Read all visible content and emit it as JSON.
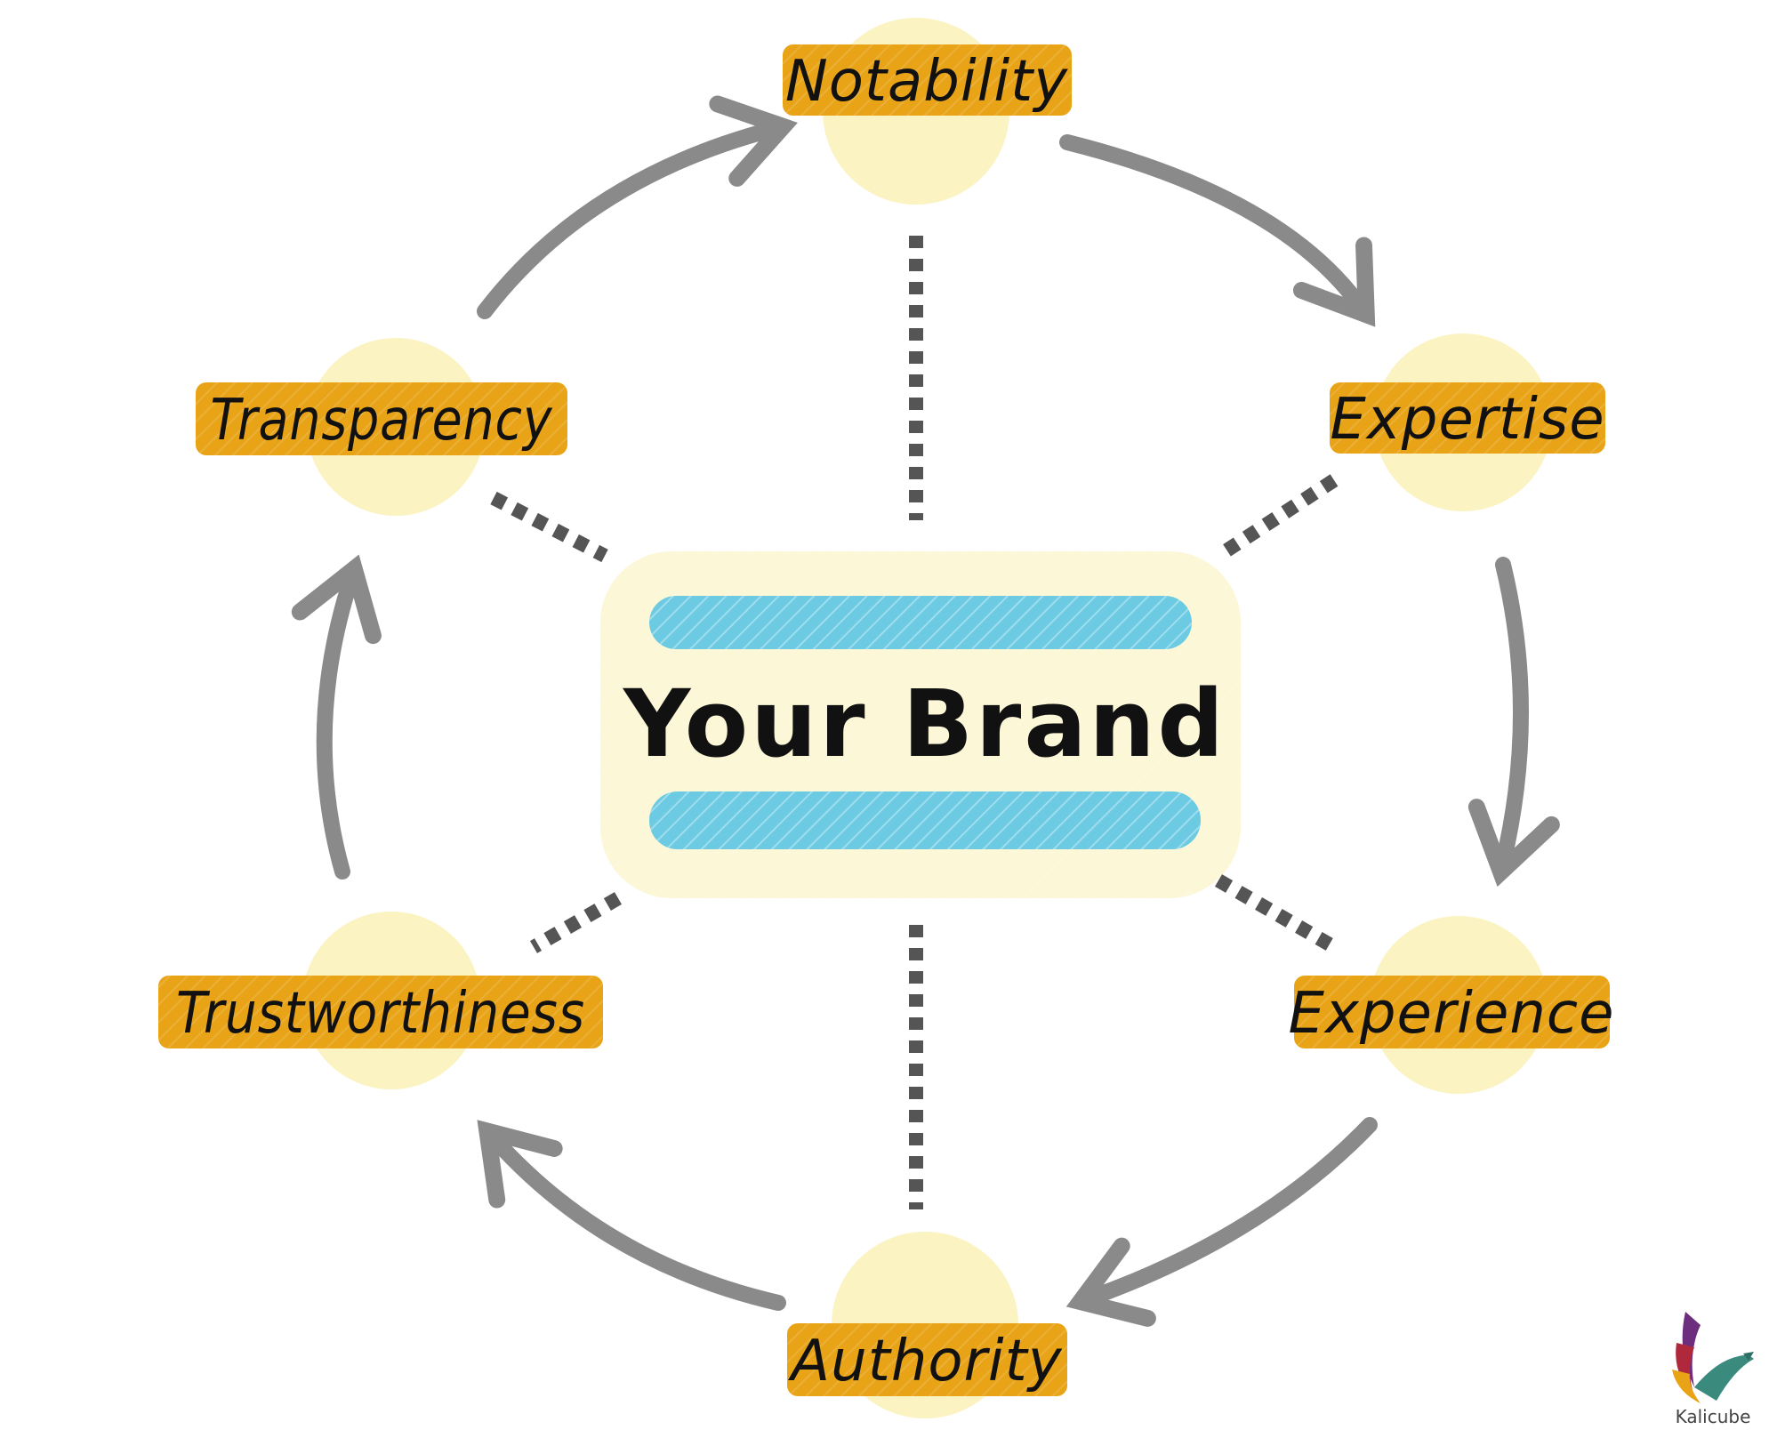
{
  "center": {
    "label": "Your Brand"
  },
  "nodes": [
    {
      "id": "notability",
      "label": "Notability"
    },
    {
      "id": "expertise",
      "label": "Expertise"
    },
    {
      "id": "experience",
      "label": "Experience"
    },
    {
      "id": "authority",
      "label": "Authority"
    },
    {
      "id": "trustworthiness",
      "label": "Trustworthiness"
    },
    {
      "id": "transparency",
      "label": "Transparency"
    }
  ],
  "cycle_order": [
    "notability",
    "expertise",
    "experience",
    "authority",
    "trustworthiness",
    "transparency"
  ],
  "brand_logo": {
    "text": "Kalicube"
  },
  "colors": {
    "node_fill": "#E8A317",
    "node_halo": "#FBF3C2",
    "center_halo": "#FCF7D6",
    "center_bar": "#6CCBE3",
    "arrow": "#8A8A8A",
    "connector": "#555555"
  }
}
